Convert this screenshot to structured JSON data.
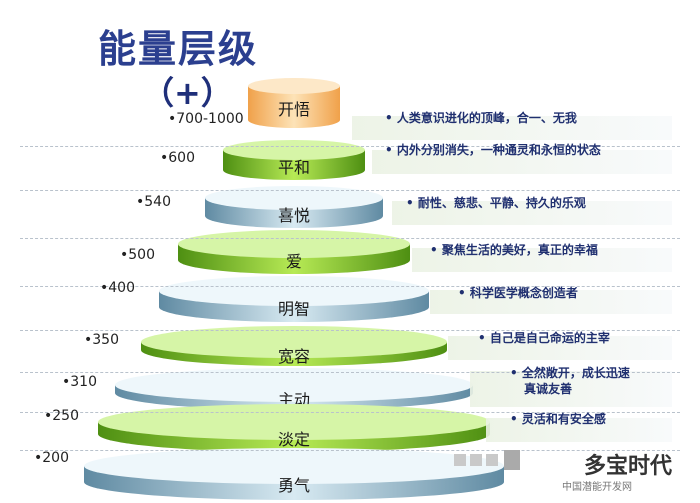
{
  "title": "能量层级",
  "subtitle": "（+）",
  "levels": [
    {
      "name": "开悟",
      "value": "•700-1000",
      "desc": [
        "• 人类意识进化的顶峰，合一、无我"
      ],
      "color": "peach"
    },
    {
      "name": "平和",
      "value": "•600",
      "desc": [
        "• 内外分别消失，一种通灵和永恒的状态"
      ],
      "color": "green"
    },
    {
      "name": "喜悦",
      "value": "•540",
      "desc": [
        "• 耐性、慈悲、平静、持久的乐观"
      ],
      "color": "blue"
    },
    {
      "name": "爱",
      "value": "•500",
      "desc": [
        "• 聚焦生活的美好，真正的幸福"
      ],
      "color": "green"
    },
    {
      "name": "明智",
      "value": "•400",
      "desc": [
        "• 科学医学概念创造者"
      ],
      "color": "blue"
    },
    {
      "name": "宽容",
      "value": "•350",
      "desc": [
        "• 自己是自己命运的主宰"
      ],
      "color": "green"
    },
    {
      "name": "主动",
      "value": "•310",
      "desc": [
        "• 全然敞开，成长迅速",
        "真诚友善"
      ],
      "color": "blue"
    },
    {
      "name": "淡定",
      "value": "•250",
      "desc": [
        "• 灵活和有安全感"
      ],
      "color": "green"
    },
    {
      "name": "勇气",
      "value": "•200",
      "desc": [],
      "color": "blue"
    }
  ],
  "watermark": {
    "text": "多宝时代",
    "small": "中国潜能开发网"
  },
  "colors": {
    "green": "#7cc21f",
    "blue": "#8fb3c7",
    "peach": "#f6c27a",
    "title": "#2b3f8f"
  }
}
